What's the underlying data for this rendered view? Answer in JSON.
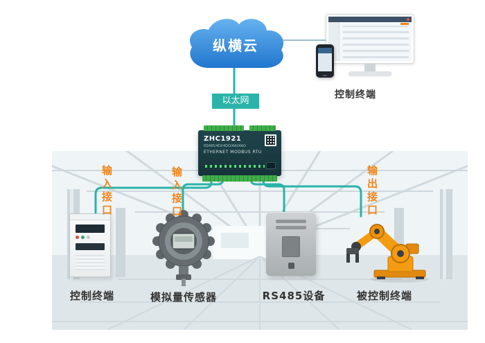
{
  "diagram": {
    "cloud": {
      "label": "纵横云"
    },
    "ethernet": {
      "label": "以太网"
    },
    "control_terminal_top": {
      "label": "控制终端"
    },
    "gateway": {
      "model": "ZHC1921",
      "specs": "RS485/4DI/4DO/4AI/4AO",
      "type": "ETHERNET MODBUS RTU"
    },
    "port_labels": {
      "input_1": "输入接口",
      "input_2": "输入接口",
      "output": "输出接口"
    },
    "bottom_devices": [
      {
        "id": "control-terminal",
        "label": "控制终端"
      },
      {
        "id": "analog-sensor",
        "label": "模拟量传感器"
      },
      {
        "id": "rs485-device",
        "label": "RS485设备"
      },
      {
        "id": "controlled-terminal",
        "label": "被控制终端"
      }
    ],
    "colors": {
      "line_teal": "#2BB3A9",
      "label_orange": "#F08519",
      "cloud_blue": "#2E86D9",
      "terminal_green": "#3FAE49",
      "robot_orange": "#F39C12"
    }
  }
}
